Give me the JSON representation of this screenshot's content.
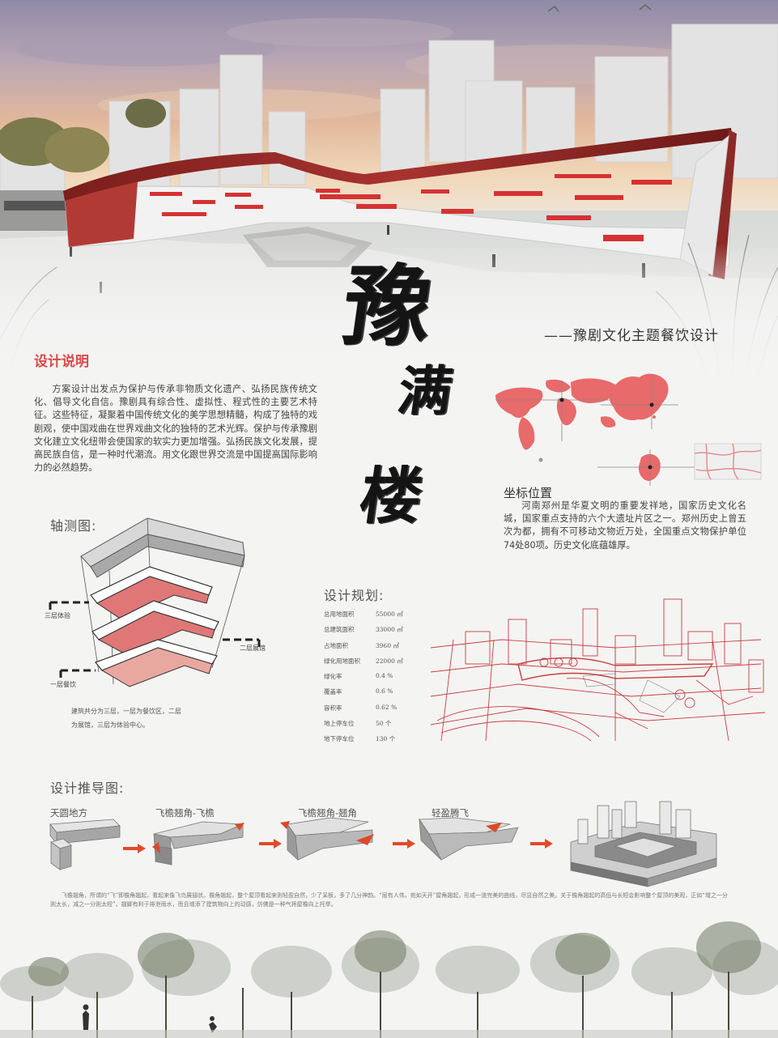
{
  "title": {
    "chars": [
      "豫",
      "满",
      "楼"
    ],
    "subtitle": "——豫剧文化主题餐饮设计"
  },
  "design_description": {
    "heading": "设计说明",
    "body": "方案设计出发点为保护与传承非物质文化遗产、弘扬民族传统文化、倡导文化自信。豫剧具有综合性、虚拟性、程式性的主要艺术特征。这些特征，凝聚着中国传统文化的美学思想精髓，构成了独特的戏剧观，使中国戏曲在世界戏曲文化的独特的艺术光辉。保护与传承豫剧文化建立文化纽带会使国家的软实力更加增强。弘扬民族文化发展，提高民族自信，是一种时代潮流。用文化跟世界交流是中国提高国际影响力的必然趋势。"
  },
  "location": {
    "heading": "坐标位置",
    "body": "河南郑州是华夏文明的重要发祥地，国家历史文化名城，国家重点支持的六个大遗址片区之一。郑州历史上曾五次为都，拥有不可移动文物近万处，全国重点文物保护单位74处80项。历史文化底蕴雄厚。"
  },
  "axonometric": {
    "heading": "轴测图:",
    "labels": {
      "floor3": "三层体验",
      "floor2": "二层展馆",
      "floor1": "一层餐饮"
    },
    "note_lines": [
      "建筑共分为三层，一层为餐饮区，二层",
      "为展馆，三层为体验中心。"
    ]
  },
  "design_plan": {
    "heading": "设计规划:",
    "stats": [
      {
        "label": "总用地面积",
        "value": "55000 ㎡"
      },
      {
        "label": "总建筑面积",
        "value": "33000 ㎡"
      },
      {
        "label": "占地面积",
        "value": "3960 ㎡"
      },
      {
        "label": "绿化用地面积",
        "value": "22000 ㎡"
      },
      {
        "label": "绿化率",
        "value": "0.4 %"
      },
      {
        "label": "覆盖率",
        "value": "0.6 %"
      },
      {
        "label": "容积率",
        "value": "0.62 %"
      },
      {
        "label": "地上停车位",
        "value": "50 个"
      },
      {
        "label": "地下停车位",
        "value": "130 个"
      }
    ]
  },
  "derivation": {
    "heading": "设计推导图:",
    "steps": [
      "天圆地方",
      "飞檐翘角-飞檐",
      "飞檐翘角-翘角",
      "轻盈腾飞"
    ],
    "note": "飞檐翘角，所谓的“飞”即檐角翘起，看起来像飞鸟展翅状。檐角翘起，整个屋顶看起来则轻盈自然，少了呆板，多了几分神韵。“屈有人伟，宛如天开”屋角翘起，形成一道完美的曲线，尽显自然之美。关于檐角翘起的高低与长短会影响整个屋顶的美观，正如“增之一分则太长，减之一分则太短”。翘脚有利于排泄雨水，而且增添了建筑物向上的动感，仿佛是一种气将屋檐向上托举。"
  },
  "colors": {
    "accent": "#d94a4a",
    "map_red": "#e86a6a",
    "sketch_red": "#c94040"
  }
}
